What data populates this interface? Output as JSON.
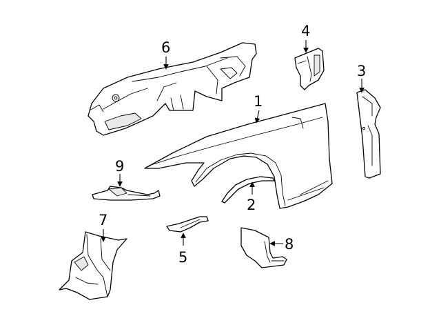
{
  "callouts": {
    "c1": "1",
    "c2": "2",
    "c3": "3",
    "c4": "4",
    "c5": "5",
    "c6": "6",
    "c7": "7",
    "c8": "8",
    "c9": "9"
  },
  "colors": {
    "line": "#000000",
    "background": "#ffffff",
    "shading": "#e9e9e9"
  }
}
